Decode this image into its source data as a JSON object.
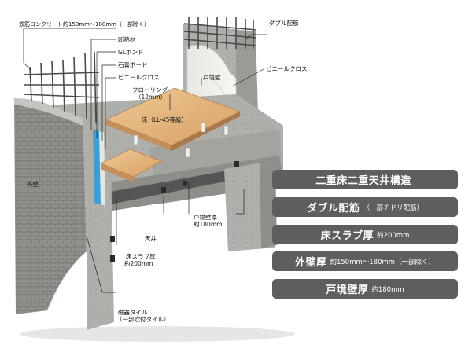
{
  "labels": {
    "rebar_concrete": "鉄筋コンクリート約150mm～180mm（一部除く）",
    "insulation": "断熱材",
    "gl_bond": "GLボンド",
    "gypsum_board": "石膏ボード",
    "vinyl_cloth_left": "ビニールクロス",
    "flooring_line1": "フローリング",
    "flooring_line2": "（12mm）",
    "floor_grade": "床（LL-45等級）",
    "double_rebar": "ダブル配筋",
    "party_wall": "戸境壁",
    "vinyl_cloth_right": "ビニールクロス",
    "exterior_wall": "外壁",
    "ceiling": "天井",
    "party_wall_thick_line1": "戸境壁厚",
    "party_wall_thick_line2": "約180mm",
    "slab_thick_line1": "床スラブ厚",
    "slab_thick_line2": "約200mm",
    "tile_line1": "磁器タイル",
    "tile_line2": "（一部吹付タイル）"
  },
  "features": [
    {
      "main": "二重床二重天井構造",
      "sub": ""
    },
    {
      "main": "ダブル配筋",
      "sub": "（一部チドリ配筋）"
    },
    {
      "main": "床スラブ厚",
      "sub": "約200mm"
    },
    {
      "main": "外壁厚",
      "sub": "約150mm～180mm（一部除く）"
    },
    {
      "main": "戸境壁厚",
      "sub": "約180mm"
    }
  ],
  "colors": {
    "bar_bg": "#5f5e5c",
    "concrete": "#a9a9a6",
    "concrete_dark": "#7e7e7b",
    "wood": "#e2b47c",
    "rebar": "#4a4a48",
    "insulation": "#3a9fd8"
  }
}
